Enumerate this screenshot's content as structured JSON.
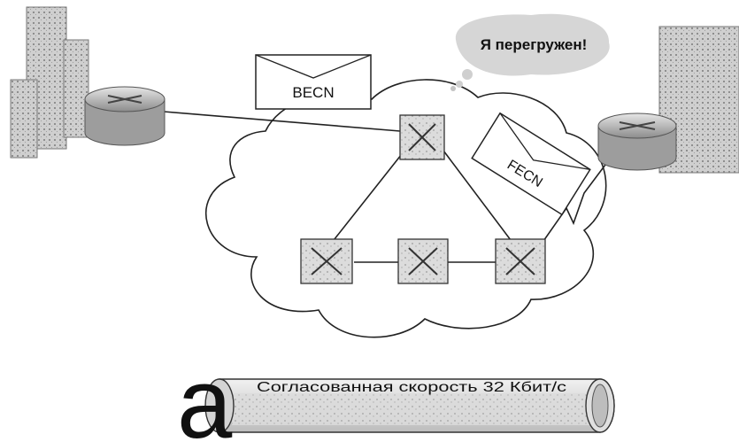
{
  "labels": {
    "becn": "BECN",
    "fecn": "FECN",
    "speech": "Я перегружен!",
    "pipe": "Согласованная скорость 32 Кбит/с",
    "panel_letter": "а"
  },
  "colors": {
    "line": "#222222",
    "building_fill": "#c9c9c9",
    "building_dots": "#8a8a8a",
    "router_fill": "#bdbdbd",
    "switch_fill": "#9a9a9a",
    "envelope_fill": "#ffffff",
    "bubble_fill": "#d6d6d6",
    "pipe_fill": "#d9d9d9"
  },
  "icons": [
    "building-icon",
    "router-icon",
    "frame-relay-switch-icon",
    "envelope-icon",
    "cloud-icon",
    "lightning-link-icon"
  ]
}
